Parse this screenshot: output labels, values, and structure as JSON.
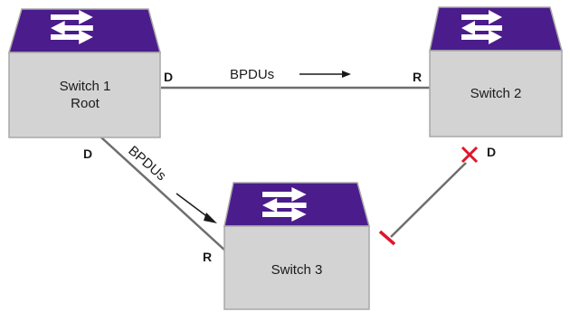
{
  "colors": {
    "switch_top": "#4b1c8c",
    "switch_front": "#d3d3d3",
    "switch_outline": "#a8a8a8",
    "arrow_icon": "#ffffff",
    "link": "#6e6e6e",
    "blocked_marker": "#e0152b"
  },
  "switches": {
    "s1": {
      "line1": "Switch 1",
      "line2": "Root"
    },
    "s2": {
      "line1": "Switch 2"
    },
    "s3": {
      "line1": "Switch 3"
    }
  },
  "links": {
    "s1_s2": {
      "port_a": "D",
      "port_b": "R",
      "label": "BPDUs"
    },
    "s1_s3": {
      "port_a": "D",
      "port_b": "R",
      "label": "BPDUs"
    },
    "s2_s3": {
      "port_a": "D",
      "blocked": true
    }
  }
}
